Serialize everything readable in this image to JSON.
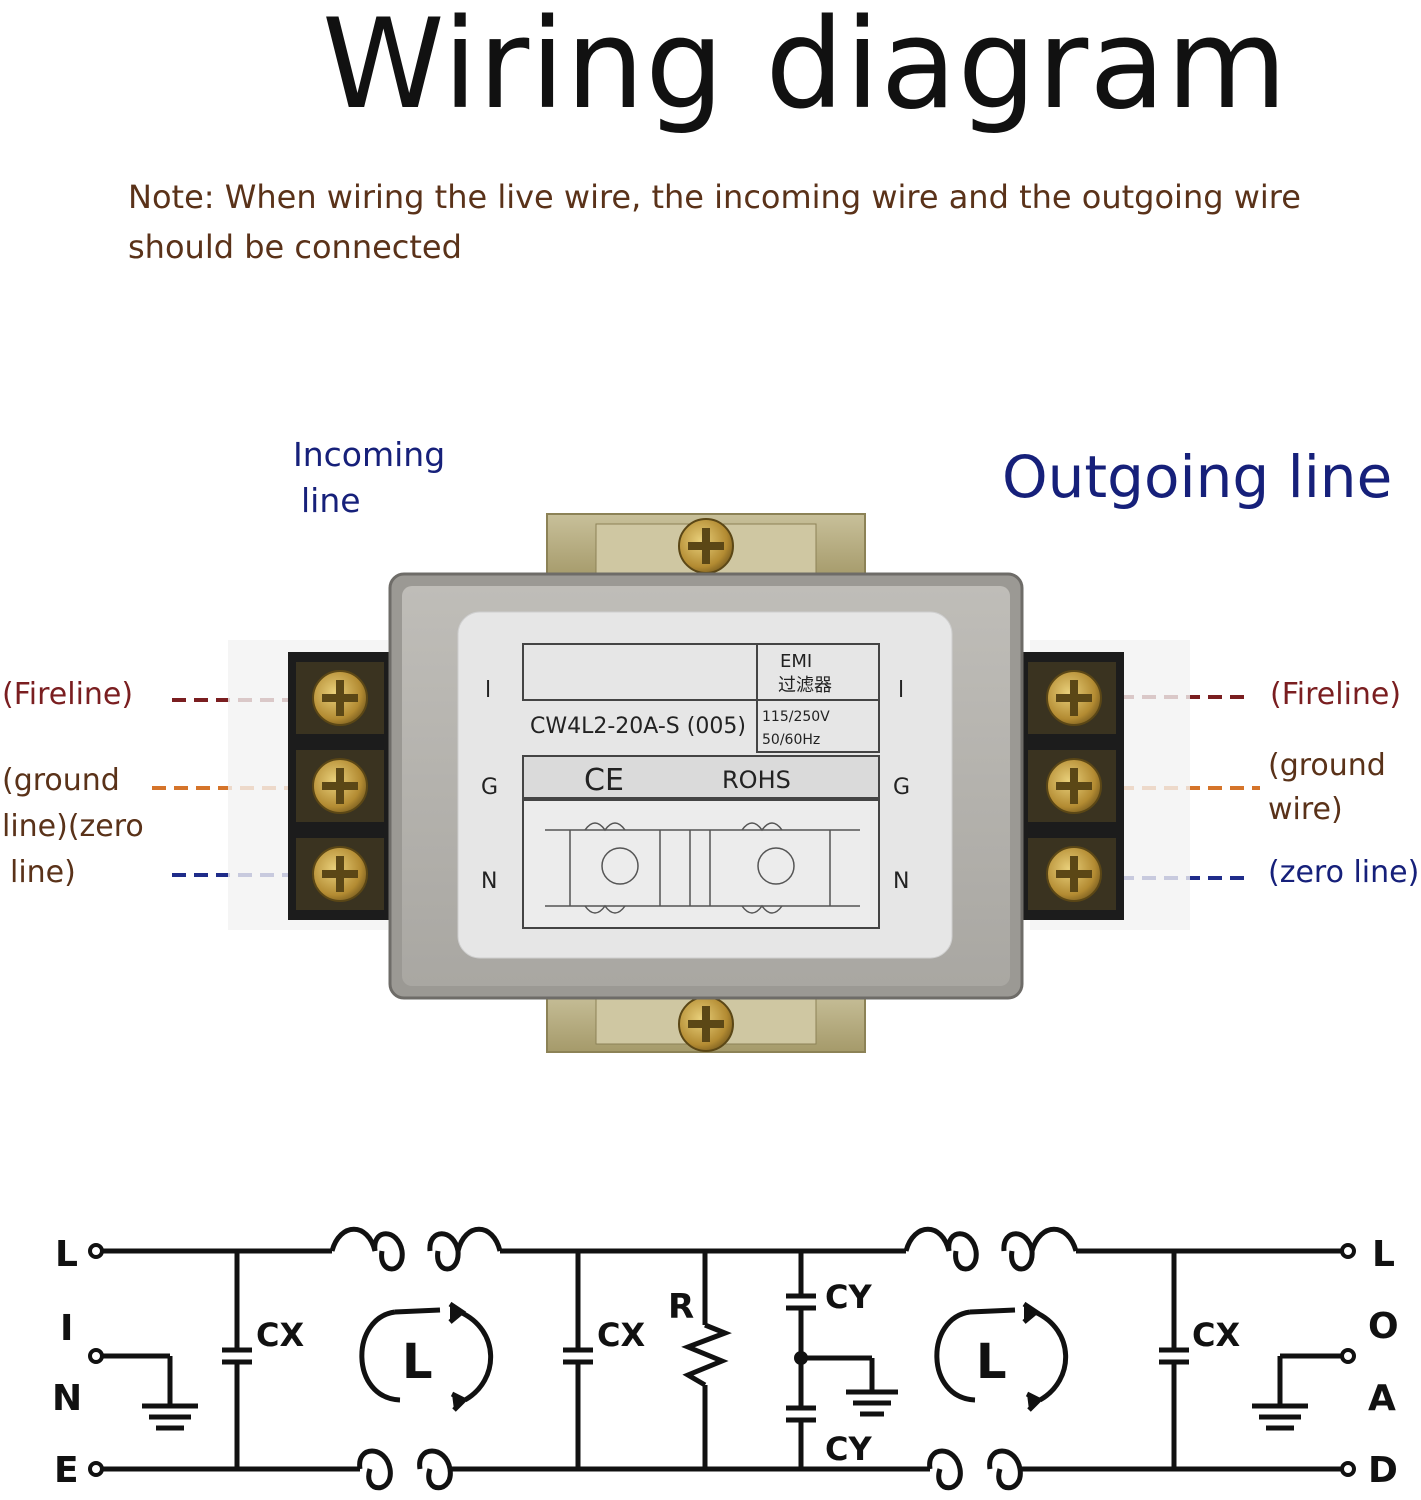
{
  "title": "Wiring diagram",
  "note": "Note: When wiring the live wire, the incoming wire and the outgoing wire should be connected",
  "incoming": {
    "line1": "Incoming",
    "line2": "line"
  },
  "outgoing": "Outgoing line",
  "left_labels": {
    "fire": "(Fireline)",
    "ground_1": "(ground",
    "ground_2": "line)(zero",
    "ground_3": "line)"
  },
  "right_labels": {
    "fire": "(Fireline)",
    "ground_1": "(ground",
    "ground_2": "wire)",
    "zero": "(zero line)"
  },
  "device": {
    "terminal_top": "l",
    "terminal_mid": "G",
    "terminal_bot": "N",
    "emi": "EMI",
    "emi_cn": "过滤器",
    "model": "CW4L2-20A-S (005)",
    "voltage": "115/250V",
    "freq": "50/60Hz",
    "ce": "CE",
    "rohs": "ROHS"
  },
  "schematic": {
    "line_letters": [
      "L",
      "I",
      "N",
      "E"
    ],
    "load_letters": [
      "L",
      "O",
      "A",
      "D"
    ],
    "cx": "CX",
    "cy": "CY",
    "r": "R",
    "choke": "L"
  },
  "colors": {
    "fire": "#7a1e20",
    "ground": "#d5742a",
    "zero": "#1f2c8a",
    "title_blue": "#16207a"
  }
}
